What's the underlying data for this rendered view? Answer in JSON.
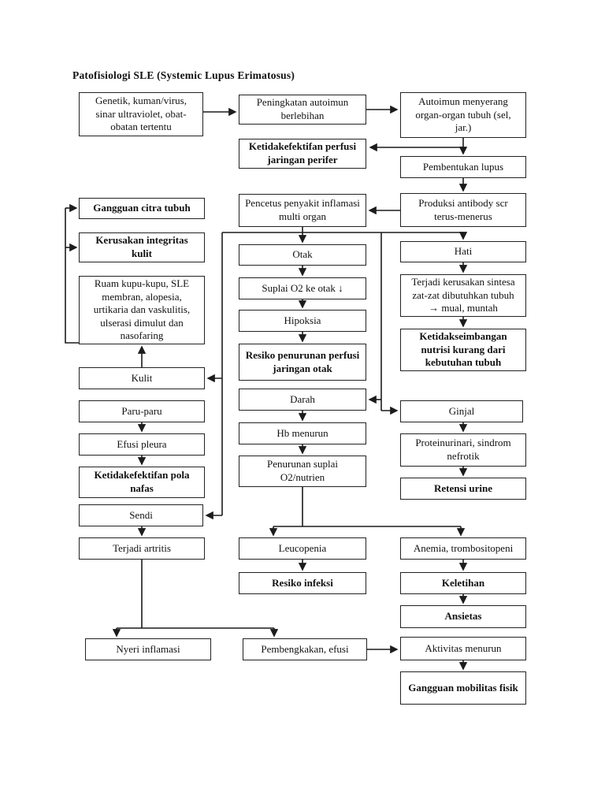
{
  "page": {
    "title": "Patofisiologi SLE (Systemic Lupus Erimatosus)"
  },
  "nodes": {
    "genetik": {
      "label": "Genetik, kuman/virus, sinar ultraviolet, obat-obatan tertentu",
      "emphasis": "normal"
    },
    "peningkatan": {
      "label": "Peningkatan autoimun berlebihan",
      "emphasis": "normal"
    },
    "autoimun": {
      "label": "Autoimun menyerang organ-organ tubuh (sel, jar.)",
      "emphasis": "normal"
    },
    "perfusi_perifer": {
      "label": "Ketidakefektifan perfusi jaringan perifer",
      "emphasis": "bold"
    },
    "pembentukan": {
      "label": "Pembentukan lupus",
      "emphasis": "normal"
    },
    "produksi": {
      "label": "Produksi antibody scr terus-menerus",
      "emphasis": "normal"
    },
    "pencetus": {
      "label": "Pencetus penyakit inflamasi multi organ",
      "emphasis": "normal"
    },
    "gangguan_citra": {
      "label": "Gangguan citra tubuh",
      "emphasis": "bold"
    },
    "kerusakan_integritas": {
      "label": "Kerusakan integritas kulit",
      "emphasis": "bold"
    },
    "ruam": {
      "label": "Ruam kupu-kupu, SLE membran, alopesia, urtikaria dan vaskulitis, ulserasi dimulut dan nasofaring",
      "emphasis": "normal"
    },
    "otak": {
      "label": "Otak",
      "emphasis": "normal"
    },
    "hati": {
      "label": "Hati",
      "emphasis": "normal"
    },
    "suplai_o2": {
      "label": "Suplai O2 ke otak ↓",
      "emphasis": "normal"
    },
    "terjadi_kerusakan": {
      "label": "Terjadi kerusakan sintesa zat-zat dibutuhkan tubuh → mual, muntah",
      "emphasis": "normal"
    },
    "hipoksia": {
      "label": "Hipoksia",
      "emphasis": "normal"
    },
    "ketidakseimbangan": {
      "label": "Ketidakseimbangan nutrisi kurang dari kebutuhan tubuh",
      "emphasis": "bold"
    },
    "resiko_penurunan": {
      "label": "Resiko penurunan perfusi jaringan otak",
      "emphasis": "bold"
    },
    "kulit": {
      "label": "Kulit",
      "emphasis": "normal"
    },
    "darah": {
      "label": "Darah",
      "emphasis": "normal"
    },
    "paru": {
      "label": "Paru-paru",
      "emphasis": "normal"
    },
    "ginjal": {
      "label": "Ginjal",
      "emphasis": "normal"
    },
    "hb": {
      "label": "Hb menurun",
      "emphasis": "normal"
    },
    "efusi_pleura": {
      "label": "Efusi pleura",
      "emphasis": "normal"
    },
    "proteinurinari": {
      "label": "Proteinurinari, sindrom nefrotik",
      "emphasis": "normal"
    },
    "penurunan_suplai": {
      "label": "Penurunan suplai O2/nutrien",
      "emphasis": "normal"
    },
    "pola_nafas": {
      "label": "Ketidakefektifan pola nafas",
      "emphasis": "bold"
    },
    "retensi": {
      "label": "Retensi urine",
      "emphasis": "bold"
    },
    "sendi": {
      "label": "Sendi",
      "emphasis": "normal"
    },
    "artritis": {
      "label": "Terjadi artritis",
      "emphasis": "normal"
    },
    "leucopenia": {
      "label": "Leucopenia",
      "emphasis": "normal"
    },
    "anemia": {
      "label": "Anemia, trombositopeni",
      "emphasis": "normal"
    },
    "resiko_infeksi": {
      "label": "Resiko infeksi",
      "emphasis": "bold"
    },
    "keletihan": {
      "label": "Keletihan",
      "emphasis": "bold"
    },
    "ansietas": {
      "label": "Ansietas",
      "emphasis": "bold"
    },
    "nyeri": {
      "label": "Nyeri inflamasi",
      "emphasis": "normal"
    },
    "pembengkakan": {
      "label": "Pembengkakan, efusi",
      "emphasis": "normal"
    },
    "aktivitas": {
      "label": "Aktivitas menurun",
      "emphasis": "normal"
    },
    "mobilitas": {
      "label": "Gangguan mobilitas fisik",
      "emphasis": "bold"
    }
  },
  "edges": [
    {
      "from": "genetik",
      "to": "peningkatan"
    },
    {
      "from": "peningkatan",
      "to": "autoimun"
    },
    {
      "from": "autoimun",
      "to": "pembentukan"
    },
    {
      "from": "autoimun",
      "to": "perfusi_perifer"
    },
    {
      "from": "pembentukan",
      "to": "produksi"
    },
    {
      "from": "produksi",
      "to": "pencetus"
    },
    {
      "from": "pencetus",
      "to": "otak"
    },
    {
      "from": "pencetus",
      "to": "hati"
    },
    {
      "from": "pencetus",
      "to": "kulit"
    },
    {
      "from": "pencetus",
      "to": "sendi"
    },
    {
      "from": "pencetus",
      "to": "darah"
    },
    {
      "from": "pencetus",
      "to": "ginjal"
    },
    {
      "from": "otak",
      "to": "suplai_o2"
    },
    {
      "from": "suplai_o2",
      "to": "hipoksia"
    },
    {
      "from": "hipoksia",
      "to": "resiko_penurunan"
    },
    {
      "from": "darah",
      "to": "hb"
    },
    {
      "from": "hb",
      "to": "penurunan_suplai"
    },
    {
      "from": "penurunan_suplai",
      "to": "leucopenia"
    },
    {
      "from": "penurunan_suplai",
      "to": "anemia"
    },
    {
      "from": "leucopenia",
      "to": "resiko_infeksi"
    },
    {
      "from": "anemia",
      "to": "keletihan"
    },
    {
      "from": "keletihan",
      "to": "ansietas"
    },
    {
      "from": "hati",
      "to": "terjadi_kerusakan"
    },
    {
      "from": "terjadi_kerusakan",
      "to": "ketidakseimbangan"
    },
    {
      "from": "ginjal",
      "to": "proteinurinari"
    },
    {
      "from": "proteinurinari",
      "to": "retensi"
    },
    {
      "from": "kulit",
      "to": "ruam"
    },
    {
      "from": "ruam",
      "to": "gangguan_citra"
    },
    {
      "from": "ruam",
      "to": "kerusakan_integritas"
    },
    {
      "from": "paru",
      "to": "efusi_pleura"
    },
    {
      "from": "efusi_pleura",
      "to": "pola_nafas"
    },
    {
      "from": "sendi",
      "to": "artritis"
    },
    {
      "from": "artritis",
      "to": "nyeri"
    },
    {
      "from": "artritis",
      "to": "pembengkakan"
    },
    {
      "from": "pembengkakan",
      "to": "aktivitas"
    },
    {
      "from": "aktivitas",
      "to": "mobilitas"
    }
  ]
}
